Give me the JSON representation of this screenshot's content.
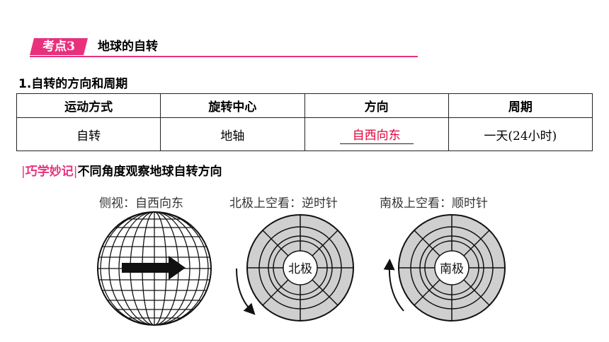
{
  "section": {
    "tag": "考点3",
    "title": "地球的自转"
  },
  "subheading": "1.自转的方向和周期",
  "table": {
    "headers": [
      "运动方式",
      "旋转中心",
      "方向",
      "周期"
    ],
    "row": {
      "motion": "自转",
      "center": "地轴",
      "direction": "自西向东",
      "period": "一天(24小时)"
    }
  },
  "tip": {
    "tag": "巧学妙记",
    "text": "不同角度观察地球自转方向"
  },
  "figures": {
    "side_label": "侧视：自西向东",
    "north_label": "北极上空看：逆时针",
    "south_label": "南极上空看：顺时针",
    "north_center": "北极",
    "south_center": "南极"
  },
  "colors": {
    "accent": "#e8317d",
    "answer": "#e3003a",
    "disk_fill": "#cfcfcf"
  }
}
